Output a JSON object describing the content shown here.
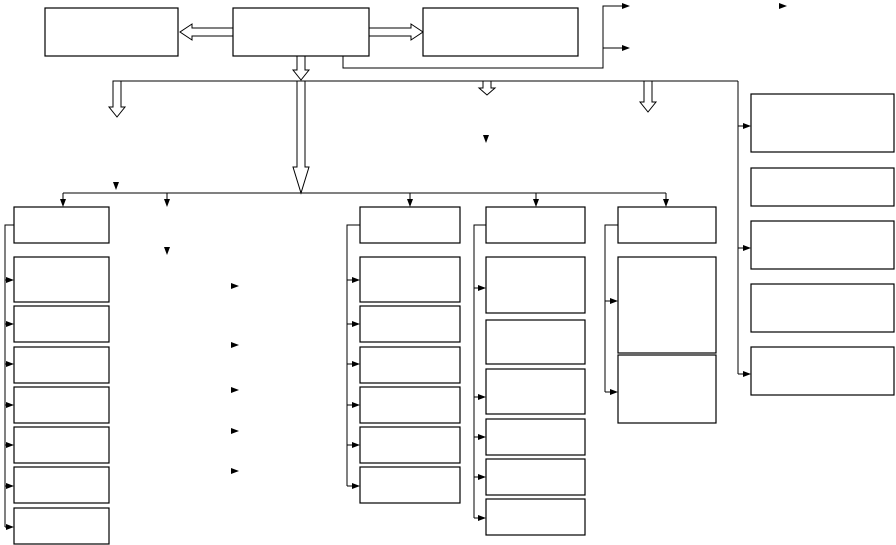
{
  "diagram": {
    "background": "#ffffff",
    "stroke_color": "#000000",
    "boxes": [
      {
        "id": "top-left",
        "label": ""
      },
      {
        "id": "top-center",
        "label": ""
      },
      {
        "id": "top-right",
        "label": ""
      },
      {
        "id": "col1-box-1",
        "label": ""
      },
      {
        "id": "col1-box-2",
        "label": ""
      },
      {
        "id": "col1-box-3",
        "label": ""
      },
      {
        "id": "col1-box-4",
        "label": ""
      },
      {
        "id": "col1-box-5",
        "label": ""
      },
      {
        "id": "col1-box-6",
        "label": ""
      },
      {
        "id": "col1-box-7",
        "label": ""
      },
      {
        "id": "col1-box-8",
        "label": ""
      },
      {
        "id": "col2-box-1",
        "label": ""
      },
      {
        "id": "col2-box-2",
        "label": ""
      },
      {
        "id": "col2-box-3",
        "label": ""
      },
      {
        "id": "col2-box-4",
        "label": ""
      },
      {
        "id": "col2-box-5",
        "label": ""
      },
      {
        "id": "col2-box-6",
        "label": ""
      },
      {
        "id": "col2-box-7",
        "label": ""
      },
      {
        "id": "col3-box-1",
        "label": ""
      },
      {
        "id": "col3-box-2",
        "label": ""
      },
      {
        "id": "col3-box-3",
        "label": ""
      },
      {
        "id": "col3-box-4",
        "label": ""
      },
      {
        "id": "col3-box-5",
        "label": ""
      },
      {
        "id": "col3-box-6",
        "label": ""
      },
      {
        "id": "col3-box-7",
        "label": ""
      },
      {
        "id": "col4-box-1",
        "label": ""
      },
      {
        "id": "col4-box-2",
        "label": ""
      },
      {
        "id": "col4-box-3",
        "label": ""
      },
      {
        "id": "right-box-1",
        "label": ""
      },
      {
        "id": "right-box-2",
        "label": ""
      },
      {
        "id": "right-box-3",
        "label": ""
      },
      {
        "id": "right-box-4",
        "label": ""
      },
      {
        "id": "right-box-5",
        "label": ""
      }
    ]
  }
}
